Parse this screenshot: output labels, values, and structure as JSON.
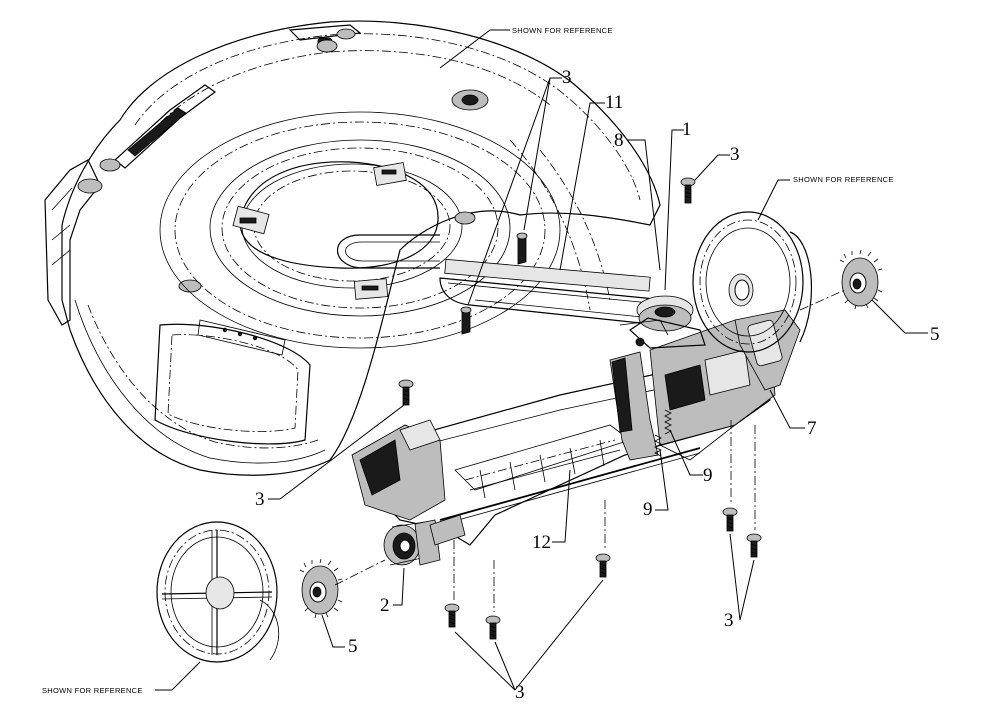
{
  "callouts": {
    "c1": "1",
    "c2": "2",
    "c3a": "3",
    "c3b": "3",
    "c3c": "3",
    "c3d": "3",
    "c3e": "3",
    "c5a": "5",
    "c5b": "5",
    "c7": "7",
    "c8": "8",
    "c9a": "9",
    "c9b": "9",
    "c11": "11",
    "c12": "12"
  },
  "reference_labels": {
    "deck": "SHOWN FOR REFERENCE",
    "rear_wheel": "SHOWN FOR REFERENCE",
    "front_wheel": "SHOWN FOR REFERENCE"
  }
}
